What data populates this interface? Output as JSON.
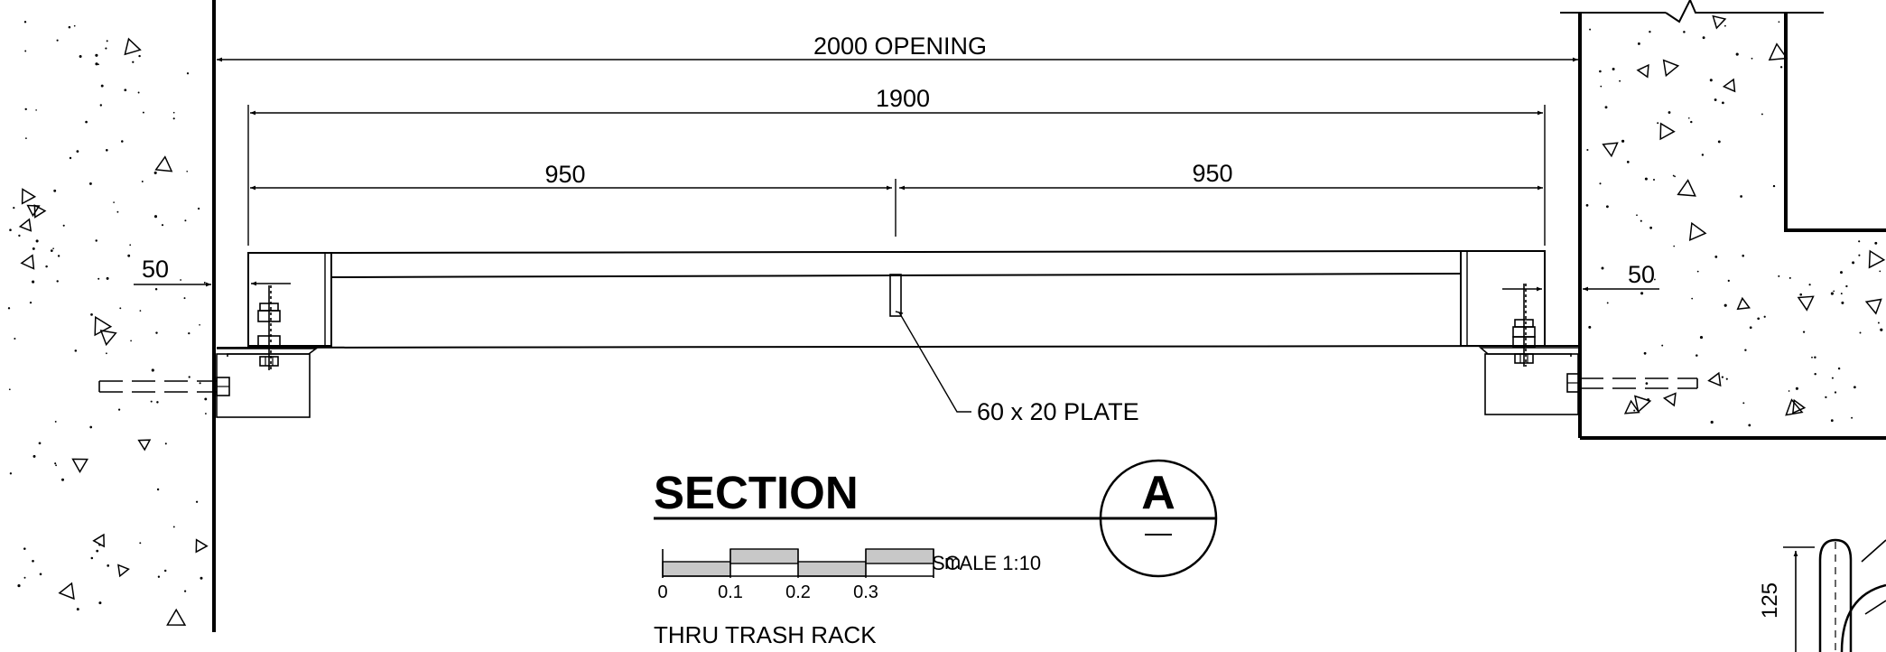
{
  "dimensions": {
    "opening": "2000 OPENING",
    "inner_width": "1900",
    "left_half": "950",
    "right_half": "950",
    "left_gap": "50",
    "right_gap": "50",
    "side_detail": "125"
  },
  "callouts": {
    "plate": "60 x 20 PLATE"
  },
  "section": {
    "title": "SECTION",
    "marker": "A",
    "subtitle": "THRU TRASH RACK"
  },
  "scale_bar": {
    "unit": "m",
    "ticks": [
      "0",
      "0.1",
      "0.2",
      "0.3"
    ],
    "scale": "SCALE 1:10"
  }
}
